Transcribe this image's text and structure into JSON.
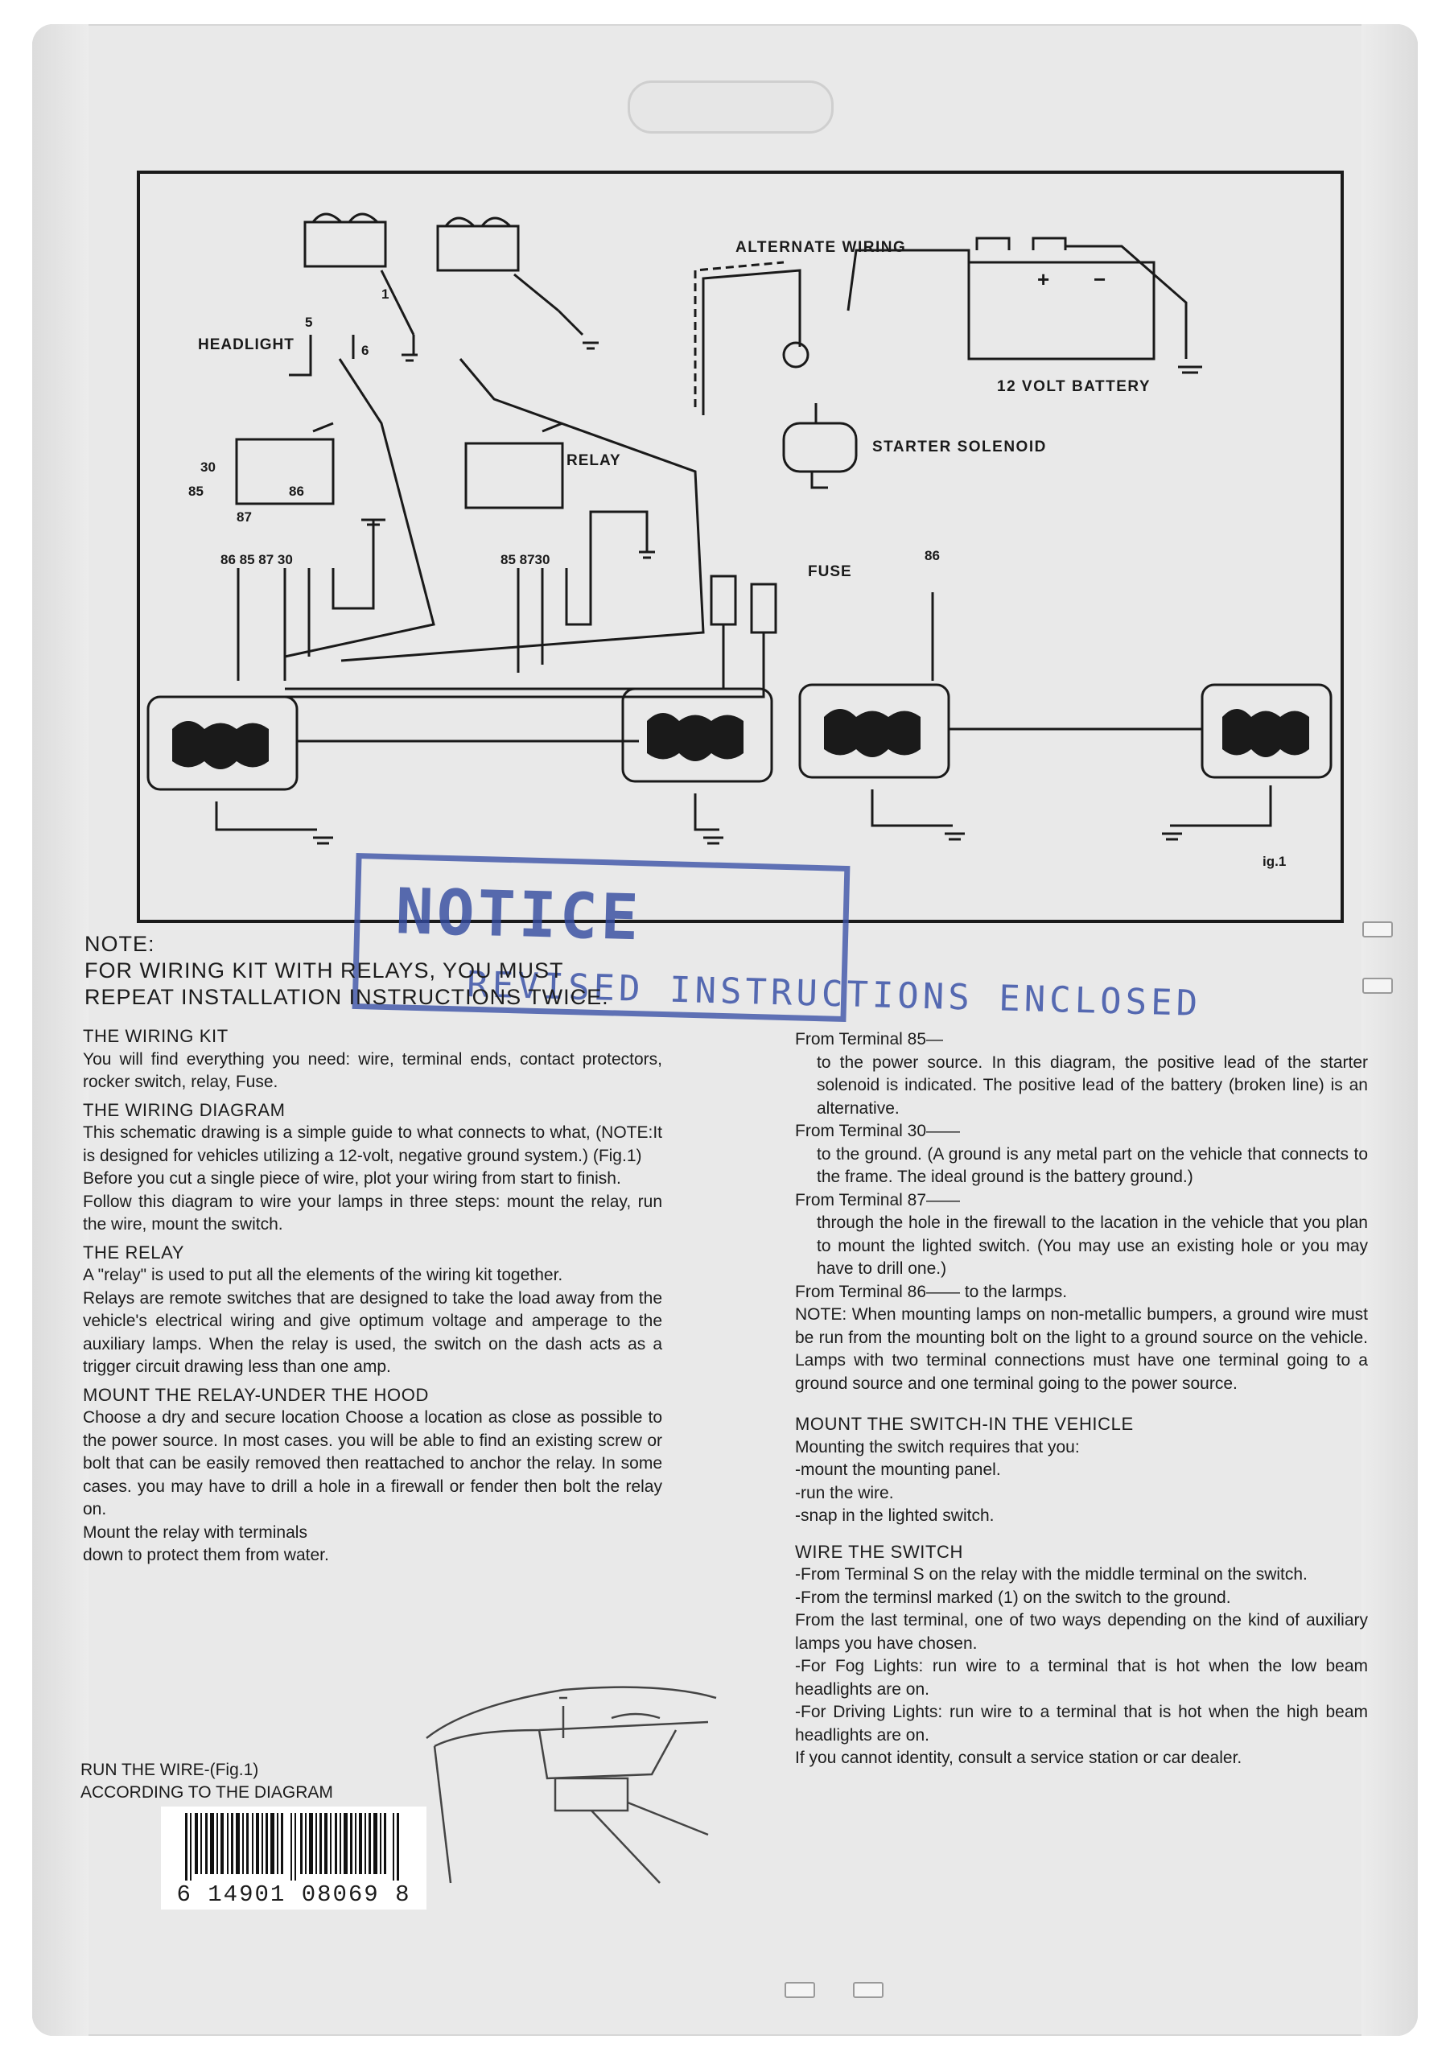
{
  "diagram": {
    "labels": {
      "headlight": "HEADLIGHT",
      "alternate_wiring": "ALTERNATE WIRING",
      "battery": "12 VOLT BATTERY",
      "starter_solenoid": "STARTER SOLENOID",
      "relay": "RELAY",
      "fuse": "FUSE",
      "fig": "ig.1",
      "plus": "+",
      "minus": "−"
    },
    "terminal_labels": {
      "t5": "5",
      "t1": "1",
      "t6": "6",
      "t30": "30",
      "t85": "85",
      "t86": "86",
      "t87": "87",
      "t858730": "85 8730",
      "t86_85_87_30": "86  85 87 30"
    }
  },
  "stamp": {
    "title": "NOTICE",
    "subtitle": "REVISED INSTRUCTIONS ENCLOSED"
  },
  "note": {
    "line1": "NOTE:",
    "line2": "FOR WIRING KIT WITH RELAYS, YOU MUST",
    "line3": "REPEAT INSTALLATION INSTRUCTIONS TWICE."
  },
  "left": {
    "wiring_kit_h": "THE WIRING KIT",
    "wiring_kit_p": "You will find everything you need: wire, terminal ends, contact protectors, rocker switch, relay, Fuse.",
    "diagram_h": "THE WIRING DIAGRAM",
    "diagram_p1": "This schematic drawing is a simple guide to what connects to what, (NOTE:It is designed for vehicles utilizing a 12-volt, negative ground system.) (Fig.1)",
    "diagram_p2": "Before you cut a single piece of wire, plot your wiring from start to finish.",
    "diagram_p3": "Follow this diagram to wire your lamps in three steps: mount the relay, run the wire, mount the switch.",
    "relay_h": "THE RELAY",
    "relay_p1": "A \"relay\" is used to put all the elements of the wiring kit together.",
    "relay_p2": "Relays are remote switches that are designed to take the load away from the vehicle's electrical wiring and give optimum voltage and amperage to the auxiliary lamps. When the relay is used, the switch on the dash acts as a trigger circuit drawing less than one amp.",
    "mount_h": "MOUNT THE RELAY-UNDER THE HOOD",
    "mount_p1": "Choose a dry and secure location Choose a location as close as possible to the power source. In most cases. you will be able to find an existing screw or bolt that can be easily removed then reattached to anchor the relay. In some cases. you may have to drill a hole in a firewall or fender then bolt the relay on.",
    "mount_p2": "Mount the relay with terminals",
    "mount_p3": "down to protect them from water.",
    "run_h1": "RUN THE WIRE-(Fig.1)",
    "run_h2": "ACCORDING TO THE DIAGRAM"
  },
  "right": {
    "t85_h": "From Terminal 85—",
    "t85_p": "to the power source. In this diagram, the positive lead of the starter solenoid is indicated. The positive lead of the battery (broken line) is an alternative.",
    "t30_h": "From Terminal 30——",
    "t30_p": "to the ground. (A ground is any metal part on the vehicle that connects to the frame. The ideal ground is the battery ground.)",
    "t87_h": "From Terminal 87——",
    "t87_p": "through the hole in the firewall to the lacation in the vehicle that you plan to mount the lighted switch. (You may use an existing hole or you may have to drill one.)",
    "t86_h": "From Terminal 86—— to the larmps.",
    "note_p": "NOTE: When mounting lamps on non-metallic bumpers, a ground wire must be run from the mounting bolt on the light to a ground source on the vehicle. Lamps with two terminal connections must have one terminal going to a ground source and one terminal going to the power source.",
    "switch_h": "MOUNT THE SWITCH-IN THE VEHICLE",
    "switch_p1": "Mounting the switch requires that you:",
    "switch_p2": "-mount the mounting panel.",
    "switch_p3": "-run the wire.",
    "switch_p4": "-snap in the lighted switch.",
    "wire_h": "WIRE  THE SWITCH",
    "wire_p1": "-From Terminal S on the relay with the middle terminal on the switch.",
    "wire_p2": "-From the terminsl marked (1) on the switch to the ground.",
    "wire_p3": "From the last terminal, one of two ways depending on the kind of auxiliary lamps you have chosen.",
    "wire_p4": "-For Fog Lights: run wire to a terminal that is hot when the low beam headlights are on.",
    "wire_p5": "-For Driving Lights: run wire to a terminal that is hot when the high beam headlights are on.",
    "wire_p6": "If you cannot identity, consult a service station or car dealer."
  },
  "barcode": {
    "number": "6 14901 08069 8"
  }
}
